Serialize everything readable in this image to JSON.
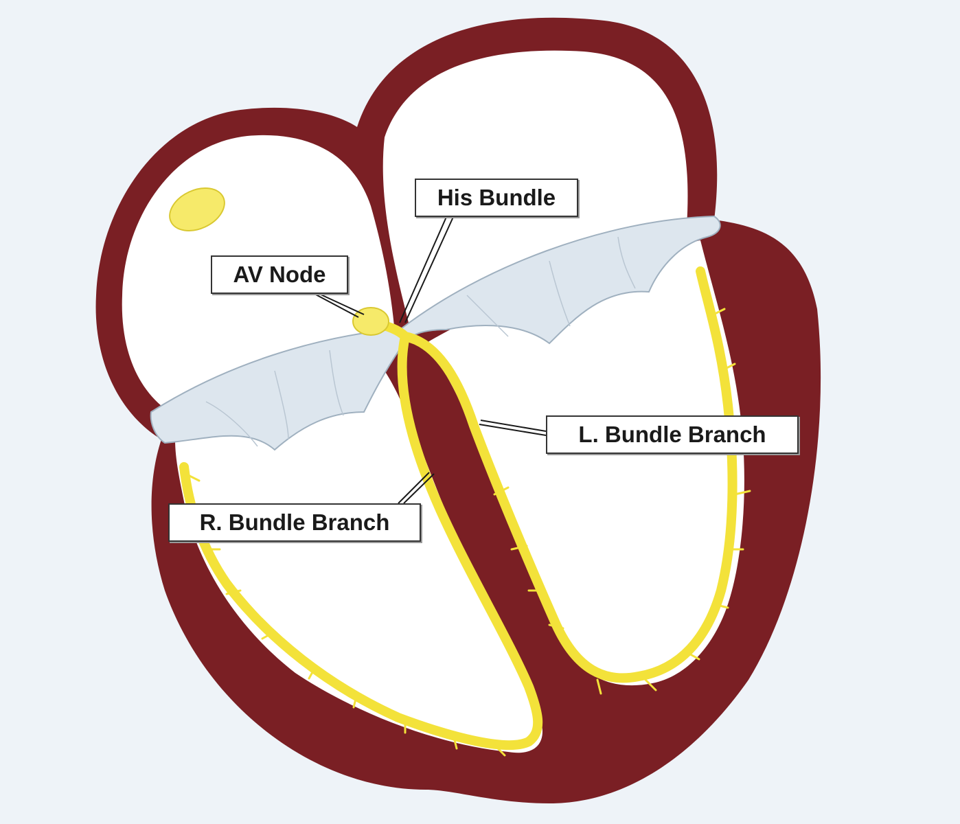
{
  "labels": {
    "his_bundle": "His Bundle",
    "av_node": "AV Node",
    "left_bundle_branch": "L. Bundle Branch",
    "right_bundle_branch": "R. Bundle Branch"
  },
  "colors": {
    "background": "#eef3f8",
    "myocardium": "#7a1f24",
    "chamber": "#ffffff",
    "conduction": "#f3e23a",
    "valve": "#dde6ee"
  }
}
